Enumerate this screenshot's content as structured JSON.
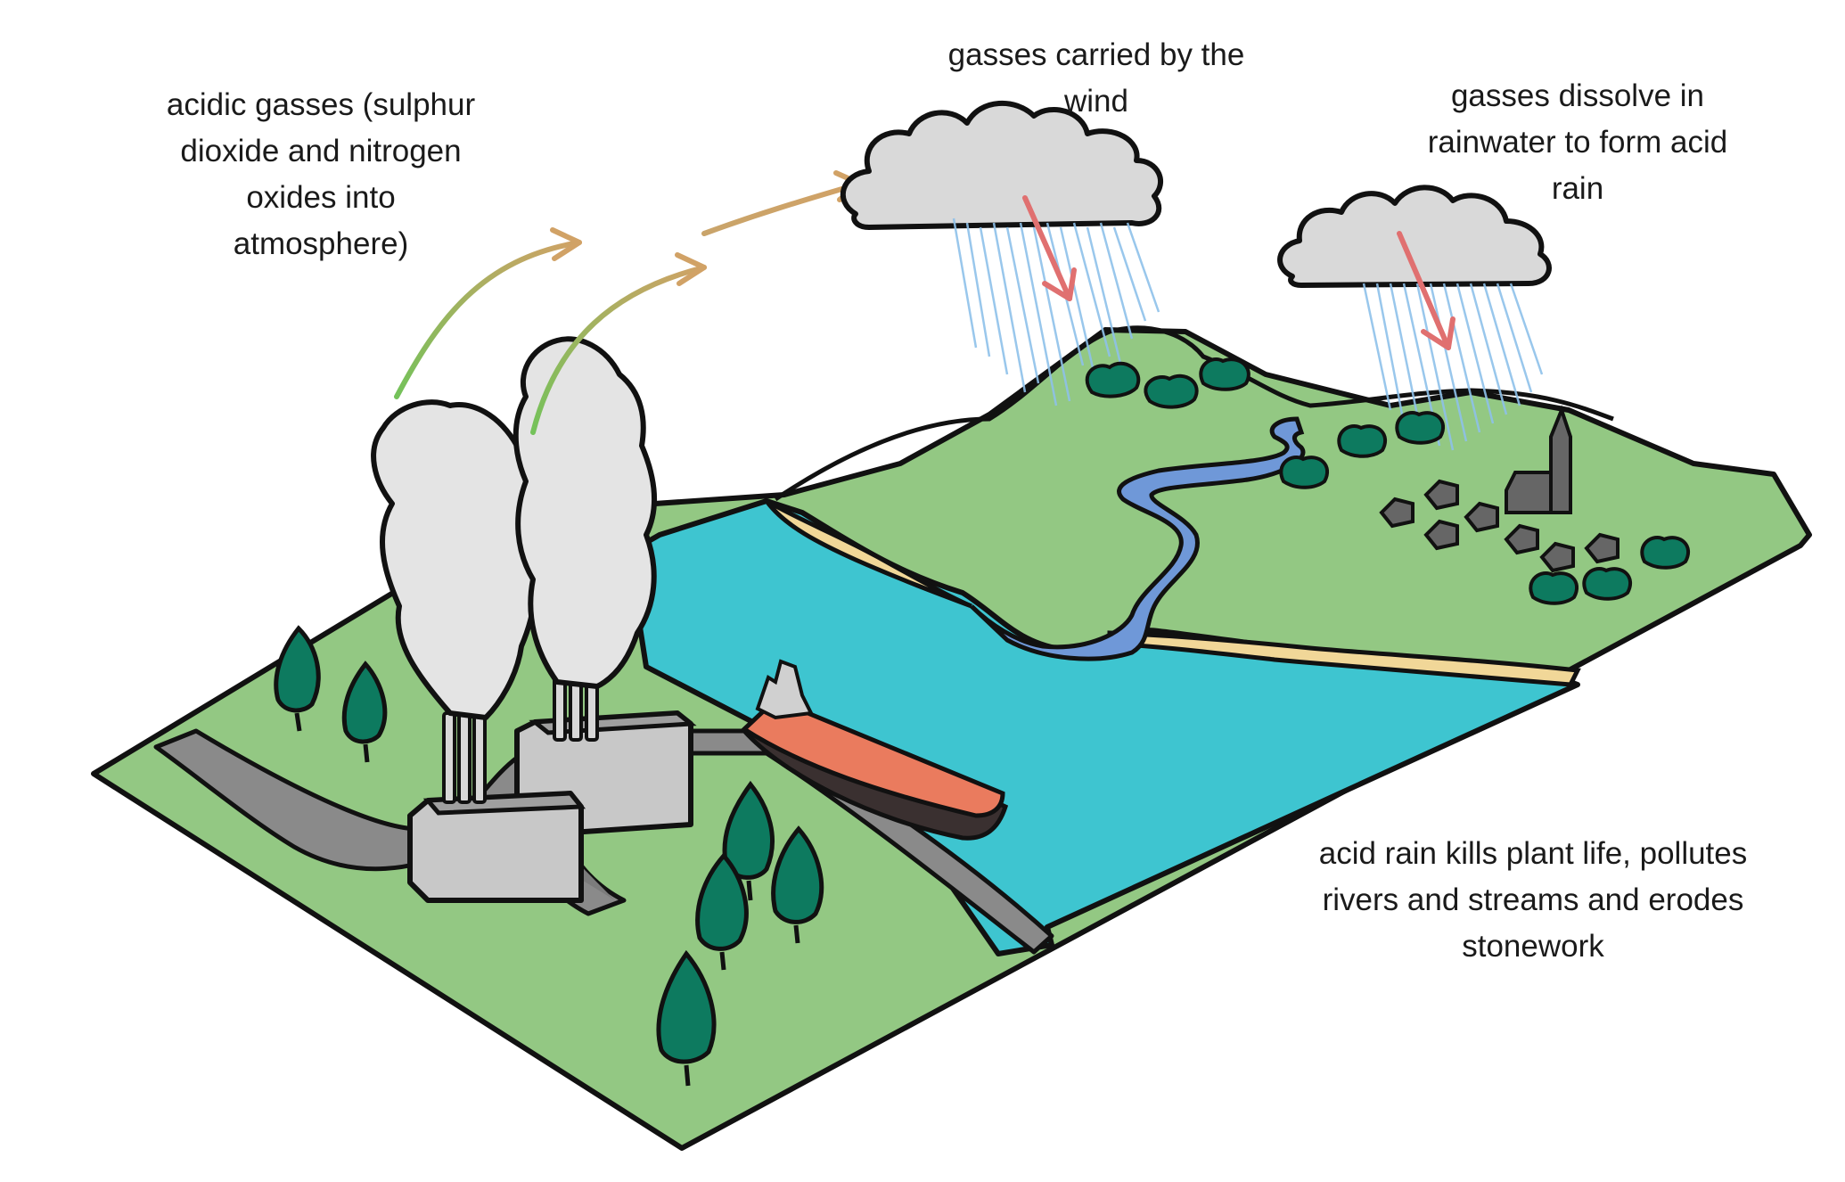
{
  "captions": {
    "emission": "acidic gasses (sulphur\ndioxide and nitrogen\noxides into\natmosphere)",
    "wind": "gasses carried by the\nwind",
    "dissolve": "gasses dissolve in\nrainwater to form acid\nrain",
    "effects": "acid rain kills plant life, pollutes\nrivers and streams and erodes\nstonework"
  },
  "colors": {
    "grass": "#93c883",
    "water": "#3ec5d0",
    "river": "#6f98d8",
    "sand": "#f1d798",
    "road": "#8a8a8a",
    "smoke": "#e4e4e4",
    "cloud": "#d9d9d9",
    "rain": "#8ec1ea",
    "acid_arrow": "#e07070",
    "gas_arrow_start": "#74c25a",
    "gas_arrow_end": "#d1a266",
    "tree": "#0d7a5f",
    "building": "#c8c8c8",
    "ship_hull": "#ea7b5e",
    "outline": "#111111"
  }
}
